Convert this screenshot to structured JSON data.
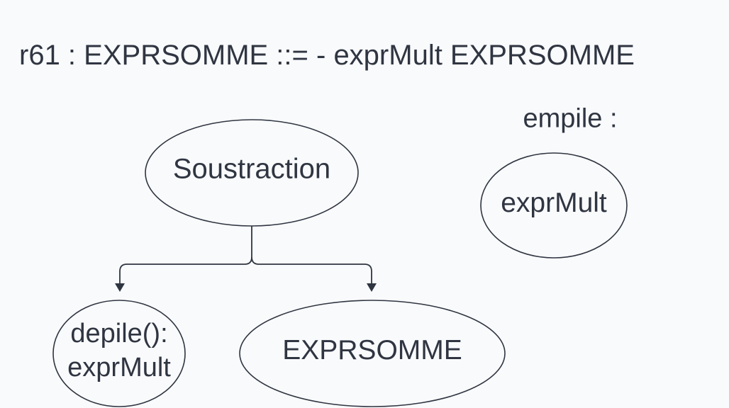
{
  "title": "r61 : EXPRSOMME ::= - exprMult EXPRSOMME",
  "stack": {
    "heading": "empile :",
    "item": "exprMult"
  },
  "tree": {
    "root": "Soustraction",
    "children": [
      {
        "line1": "depile():",
        "line2": "exprMult"
      },
      {
        "label": "EXPRSOMME"
      }
    ]
  },
  "colors": {
    "stroke": "#2f3541",
    "text": "#2f3541",
    "background": "#f9fafc"
  }
}
